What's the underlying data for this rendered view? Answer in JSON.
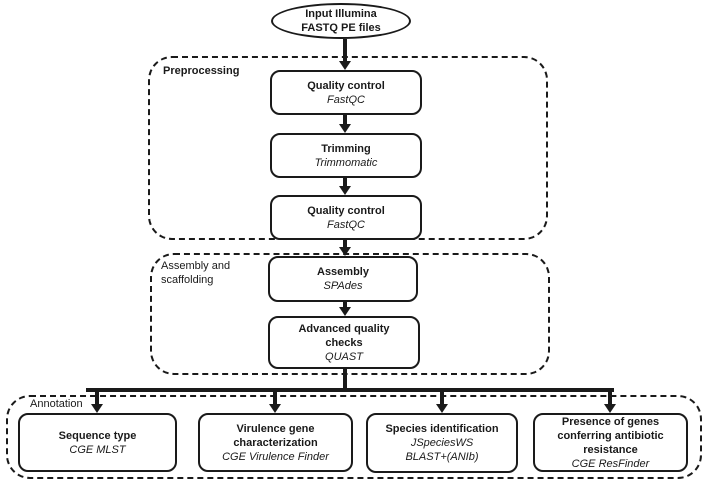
{
  "colors": {
    "ink": "#1a1a1a",
    "background": "#ffffff"
  },
  "flowchart": {
    "input": {
      "label": "Input Illumina\nFASTQ PE files"
    },
    "sections": [
      {
        "label": "Preprocessing",
        "nodes": [
          {
            "title": "Quality control",
            "tool": "FastQC"
          },
          {
            "title": "Trimming",
            "tool": "Trimmomatic"
          },
          {
            "title": "Quality control",
            "tool": "FastQC"
          }
        ]
      },
      {
        "label": "Assembly and\nscaffolding",
        "nodes": [
          {
            "title": "Assembly",
            "tool": "SPAdes"
          },
          {
            "title": "Advanced quality\nchecks",
            "tool": "QUAST"
          }
        ]
      },
      {
        "label": "Annotation",
        "nodes": [
          {
            "title": "Sequence type",
            "tool": "CGE MLST"
          },
          {
            "title": "Virulence gene\ncharacterization",
            "tool": "CGE Virulence Finder"
          },
          {
            "title": "Species identification",
            "tool": "JSpeciesWS\nBLAST+(ANIb)"
          },
          {
            "title": "Presence of genes\nconferring antibiotic\nresistance",
            "tool": "CGE ResFinder"
          }
        ]
      }
    ]
  }
}
